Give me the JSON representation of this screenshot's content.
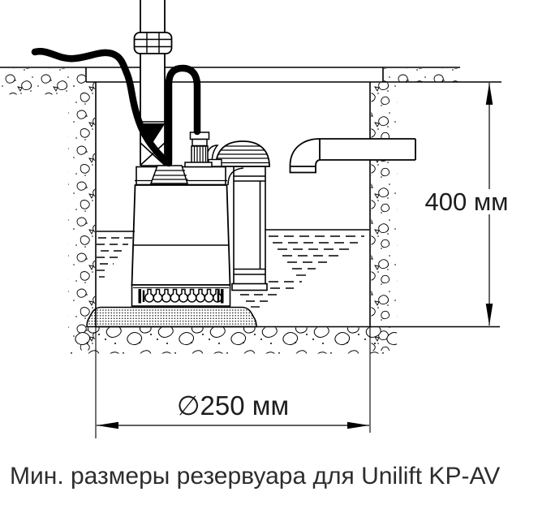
{
  "figure": {
    "caption": "Мин. размеры резервуара для Unilift KP-AV",
    "dimension_height": "400 мм",
    "dimension_diameter": "∅250 мм",
    "colors": {
      "line_color": "#000000",
      "text_color": "#1d1d1d",
      "background": "#ffffff"
    }
  }
}
